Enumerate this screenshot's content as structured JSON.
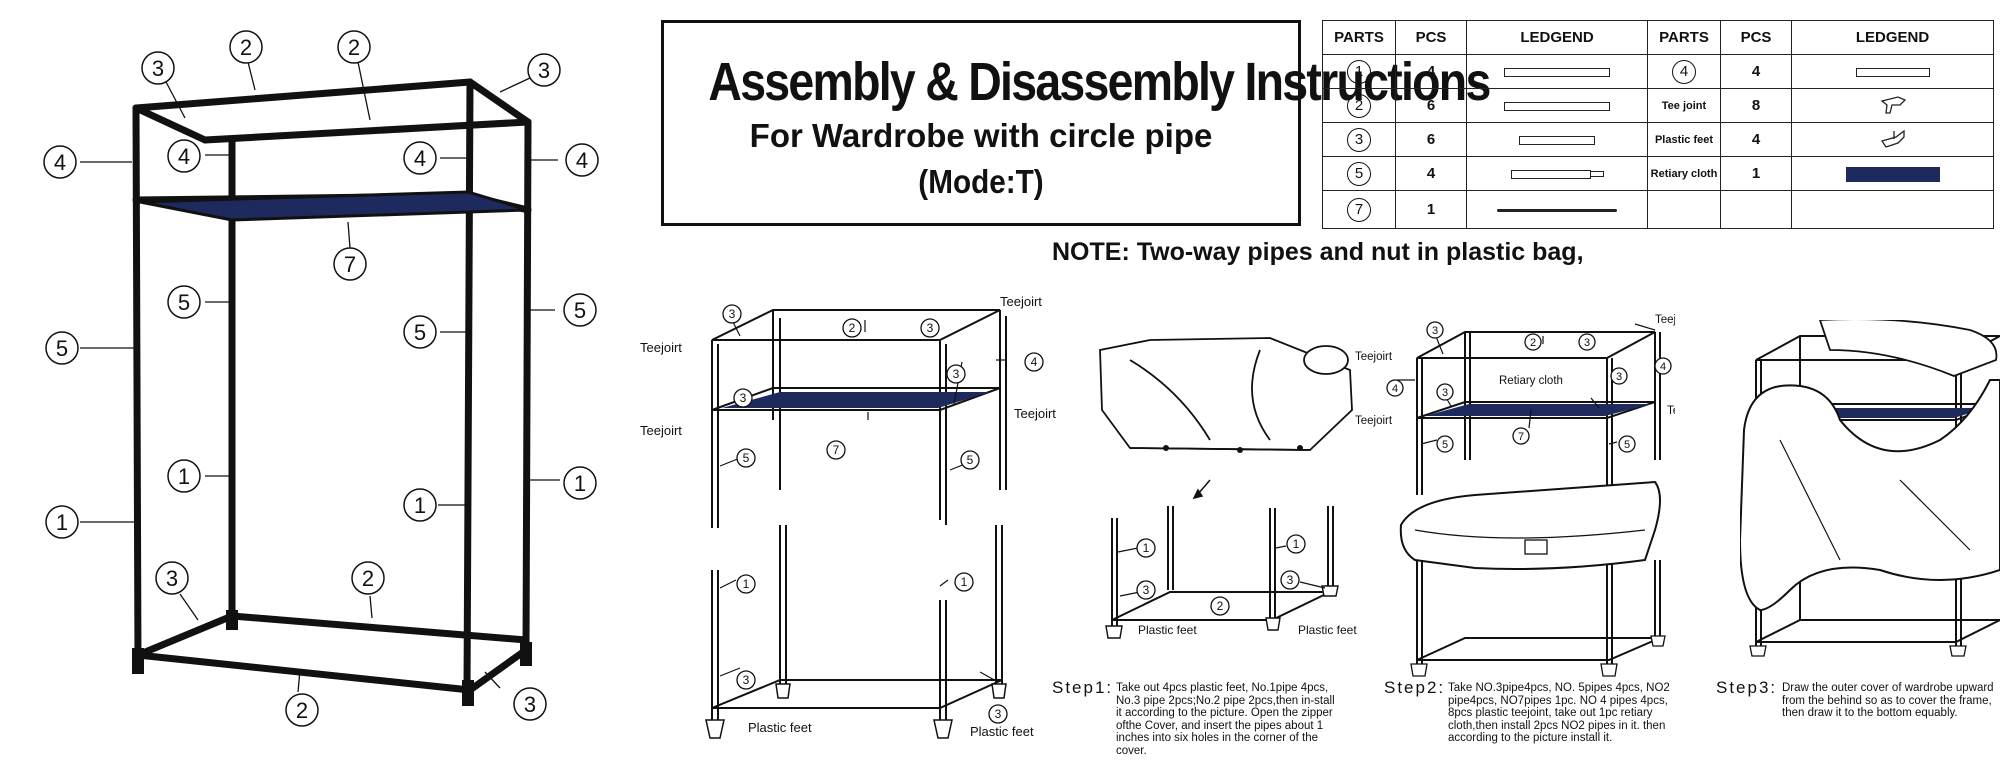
{
  "title": {
    "line1": "Assembly &  Disassembly Instructions",
    "line2": "For Wardrobe with circle pipe",
    "line3": "(Mode:T)"
  },
  "note": "NOTE: Two-way pipes and nut in plastic bag,",
  "table": {
    "headers": [
      "PARTS",
      "PCS",
      "LEDGEND",
      "PARTS",
      "PCS",
      "LEDGEND"
    ],
    "rows": [
      {
        "left_part": "1",
        "left_pcs": "4",
        "right_part": "4",
        "right_pcs": "4"
      },
      {
        "left_part": "2",
        "left_pcs": "6",
        "right_part": "Tee joint",
        "right_pcs": "8"
      },
      {
        "left_part": "3",
        "left_pcs": "6",
        "right_part": "Plastic feet",
        "right_pcs": "4"
      },
      {
        "left_part": "5",
        "left_pcs": "4",
        "right_part": "Retiary cloth",
        "right_pcs": "1"
      },
      {
        "left_part": "7",
        "left_pcs": "1",
        "right_part": "",
        "right_pcs": ""
      }
    ]
  },
  "labels": {
    "n1": "1",
    "n2": "2",
    "n3": "3",
    "n4": "4",
    "n5": "5",
    "n7": "7",
    "teejoirt": "Teejoirt",
    "plastic_feet": "Plastic feet",
    "retiary_cloth": "Retiary cloth"
  },
  "steps": [
    {
      "label": "Step1:",
      "text": "Take out 4pcs plastic feet, No.1pipe 4pcs,\nNo.3 pipe 2pcs;No.2 pipe 2pcs,then  in-stall\nit according to  the picture. Open the zipper\nofthe  Cover, and insert the pipes about 1\ninches into six holes in the corner of the\ncover."
    },
    {
      "label": "Step2:",
      "text": "Take NO.3pipe4pcs, NO. 5pipes 4pcs, NO2\npipe4pcs, NO7pipes 1pc. NO 4 pipes 4pcs,\n8pcs plastic teejoint, take out 1pc retiary\ncloth,then install 2pcs NO2 pipes in it. then\naccording to the picture install it."
    },
    {
      "label": "Step3:",
      "text": "Draw the outer cover of wardrobe upward\nfrom the behind so as to cover the frame,\nthen draw it to the bottom equably."
    }
  ],
  "colors": {
    "cloth": "#1e2a5e",
    "line": "#111111"
  }
}
